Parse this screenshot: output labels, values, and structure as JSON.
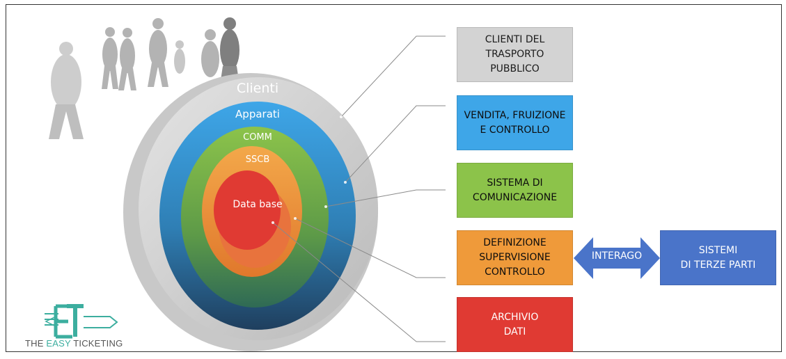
{
  "rings": {
    "clienti": "Clienti",
    "apparati": "Apparati",
    "comm": "COMM",
    "sscb": "SSCB",
    "database": "Data base"
  },
  "boxes": {
    "clienti": "CLIENTI DEL\nTRASPORTO\nPUBBLICO",
    "vendita": "VENDITA, FRUIZIONE\nE CONTROLLO",
    "sistema": "SISTEMA DI\nCOMUNICAZIONE",
    "definizione": "DEFINIZIONE\nSUPERVISIONE\nCONTROLLO",
    "archivio": "ARCHIVIO\nDATI",
    "terze": "SISTEMI\nDI TERZE PARTI"
  },
  "arrow": {
    "label": "INTERAGO"
  },
  "logo": {
    "mark": "ET",
    "part1": "THE ",
    "part2": "EASY",
    "part3": " TICKETING"
  },
  "colors": {
    "clienti": "#d3d3d3",
    "apparati": "#3ea6e8",
    "comm": "#8cc34a",
    "sscb": "#ef9a3a",
    "database": "#e03a33",
    "terze": "#4a74c9",
    "arrow": "#4a74c9"
  }
}
